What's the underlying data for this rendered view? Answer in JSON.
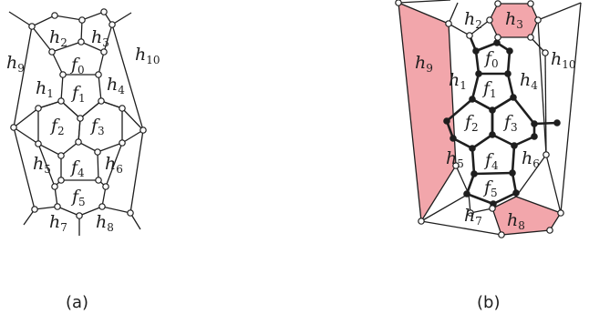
{
  "panels": [
    {
      "id": "a",
      "caption": "(a)",
      "face_labels": [
        {
          "base": "h",
          "sub": "2"
        },
        {
          "base": "h",
          "sub": "3"
        },
        {
          "base": "h",
          "sub": "9"
        },
        {
          "base": "h",
          "sub": "10"
        },
        {
          "base": "f",
          "sub": "0"
        },
        {
          "base": "h",
          "sub": "1"
        },
        {
          "base": "h",
          "sub": "4"
        },
        {
          "base": "f",
          "sub": "1"
        },
        {
          "base": "f",
          "sub": "2"
        },
        {
          "base": "f",
          "sub": "3"
        },
        {
          "base": "h",
          "sub": "5"
        },
        {
          "base": "h",
          "sub": "6"
        },
        {
          "base": "f",
          "sub": "4"
        },
        {
          "base": "f",
          "sub": "5"
        },
        {
          "base": "h",
          "sub": "7"
        },
        {
          "base": "h",
          "sub": "8"
        }
      ]
    },
    {
      "id": "b",
      "caption": "(b)",
      "face_labels": [
        {
          "base": "h",
          "sub": "2"
        },
        {
          "base": "h",
          "sub": "3"
        },
        {
          "base": "h",
          "sub": "9"
        },
        {
          "base": "h",
          "sub": "10"
        },
        {
          "base": "f",
          "sub": "0"
        },
        {
          "base": "h",
          "sub": "1"
        },
        {
          "base": "h",
          "sub": "4"
        },
        {
          "base": "f",
          "sub": "1"
        },
        {
          "base": "f",
          "sub": "2"
        },
        {
          "base": "f",
          "sub": "3"
        },
        {
          "base": "h",
          "sub": "5"
        },
        {
          "base": "h",
          "sub": "6"
        },
        {
          "base": "f",
          "sub": "4"
        },
        {
          "base": "f",
          "sub": "5"
        },
        {
          "base": "h",
          "sub": "7"
        },
        {
          "base": "h",
          "sub": "8"
        }
      ],
      "highlighted_faces": [
        "h3",
        "h9",
        "h8"
      ],
      "highlight_color": "#f2a6ab"
    }
  ],
  "colors": {
    "stroke": "#1e1e1e",
    "open_node": "#ffffff",
    "filled_node": "#1e1e1e"
  }
}
